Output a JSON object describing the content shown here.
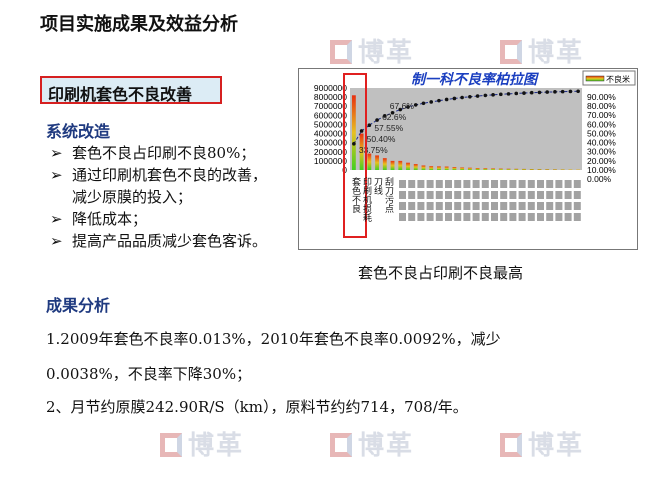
{
  "title": "项目实施成果及效益分析",
  "watermark": "博革",
  "section_box": "印刷机套色不良改善",
  "system": {
    "heading": "系统改造",
    "bullets": [
      "套色不良占印刷不良80%；",
      "通过印刷机套色不良的改善，",
      "减少原膜的投入；",
      "降低成本；",
      "提高产品品质减少套色客诉。"
    ]
  },
  "chart_data": {
    "type": "bar",
    "title": "制一科不良率柏拉图",
    "legend": "不良米",
    "left_ticks": [
      "9000000",
      "8000000",
      "7000000",
      "6000000",
      "5000000",
      "4000000",
      "3000000",
      "2000000",
      "1000000",
      "0"
    ],
    "right_ticks": [
      "90.00%",
      "80.00%",
      "70.00%",
      "60.00%",
      "50.00%",
      "40.00%",
      "30.00%",
      "20.00%",
      "10.00%",
      "0.00%"
    ],
    "ylim": [
      0,
      9000000
    ],
    "values": [
      8200000,
      4000000,
      1800000,
      1600000,
      1300000,
      1000000,
      1000000,
      800000,
      650000,
      500000,
      420000,
      400000,
      380000,
      320000,
      280000,
      250000,
      220000,
      200000,
      180000,
      160000,
      140000,
      130000,
      120000,
      110000,
      100000,
      90000,
      80000,
      70000,
      60000,
      50000
    ],
    "point_labels": [
      "33.75%",
      "50.40%",
      "57.55%",
      "62.6%",
      "67.6%"
    ],
    "categories_visible": [
      "套色不良",
      "印刷机损耗",
      "刀线",
      "刮刀污点"
    ],
    "colors": {
      "bar_top": "#e83010",
      "bar_bottom": "#40d020",
      "line": "#1a2a8a",
      "plot_bg": "#c0c0c0",
      "highlight": "#e02020"
    }
  },
  "caption": "套色不良占印刷不良最高",
  "results": {
    "heading": "成果分析",
    "lines": [
      "1.2009年套色不良率0.013%，2010年套色不良率0.0092%，减少",
      "0.0038%，不良率下降30%；",
      "2、月节约原膜242.90R/S（km），原料节约约714，708/年。"
    ]
  }
}
